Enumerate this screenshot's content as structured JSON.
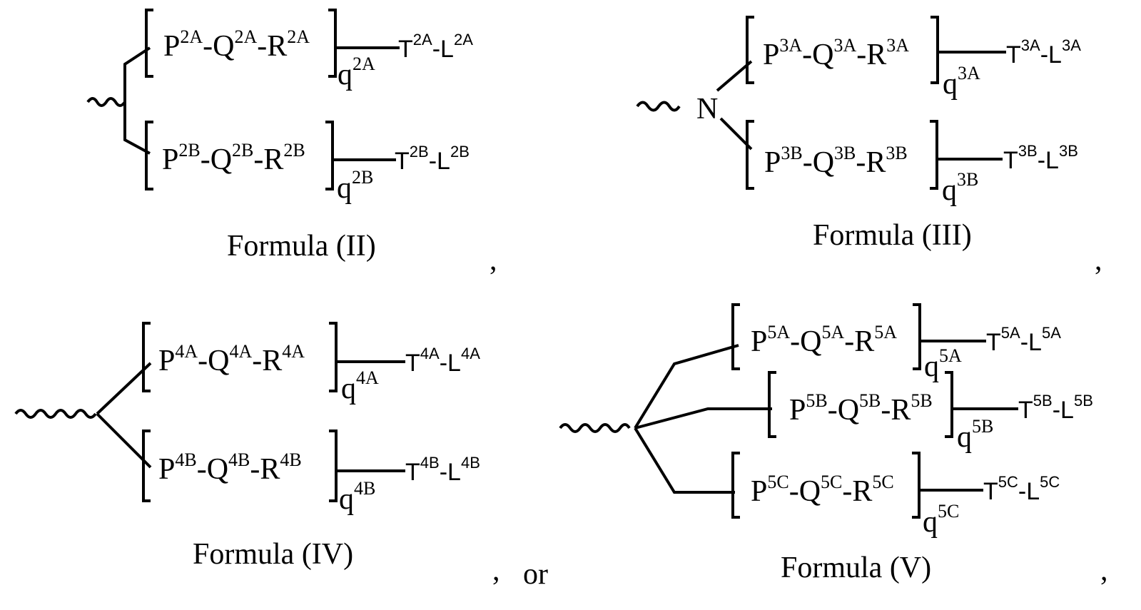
{
  "formulas": {
    "f2": {
      "caption": "Formula (II)",
      "sep": ",",
      "top": {
        "P": "P",
        "Ps": "2A",
        "Q": "Q",
        "Qs": "2A",
        "R": "R",
        "Rs": "2A",
        "q": "q",
        "qs": "2A",
        "T": "T",
        "Ts": "2A",
        "L": "L",
        "Ls": "2A",
        "dash": "-"
      },
      "bottom": {
        "P": "P",
        "Ps": "2B",
        "Q": "Q",
        "Qs": "2B",
        "R": "R",
        "Rs": "2B",
        "q": "q",
        "qs": "2B",
        "T": "T",
        "Ts": "2B",
        "L": "L",
        "Ls": "2B",
        "dash": "-"
      }
    },
    "f3": {
      "caption": "Formula (III)",
      "sep": ",",
      "atom": "N",
      "top": {
        "P": "P",
        "Ps": "3A",
        "Q": "Q",
        "Qs": "3A",
        "R": "R",
        "Rs": "3A",
        "q": "q",
        "qs": "3A",
        "T": "T",
        "Ts": "3A",
        "L": "L",
        "Ls": "3A",
        "dash": "-"
      },
      "bottom": {
        "P": "P",
        "Ps": "3B",
        "Q": "Q",
        "Qs": "3B",
        "R": "R",
        "Rs": "3B",
        "q": "q",
        "qs": "3B",
        "T": "T",
        "Ts": "3B",
        "L": "L",
        "Ls": "3B",
        "dash": "-"
      }
    },
    "f4": {
      "caption": "Formula (IV)",
      "sep": ",",
      "conj": "or",
      "top": {
        "P": "P",
        "Ps": "4A",
        "Q": "Q",
        "Qs": "4A",
        "R": "R",
        "Rs": "4A",
        "q": "q",
        "qs": "4A",
        "T": "T",
        "Ts": "4A",
        "L": "L",
        "Ls": "4A",
        "dash": "-"
      },
      "bottom": {
        "P": "P",
        "Ps": "4B",
        "Q": "Q",
        "Qs": "4B",
        "R": "R",
        "Rs": "4B",
        "q": "q",
        "qs": "4B",
        "T": "T",
        "Ts": "4B",
        "L": "L",
        "Ls": "4B",
        "dash": "-"
      }
    },
    "f5": {
      "caption": "Formula (V)",
      "sep": ",",
      "a": {
        "P": "P",
        "Ps": "5A",
        "Q": "Q",
        "Qs": "5A",
        "R": "R",
        "Rs": "5A",
        "q": "q",
        "qs": "5A",
        "T": "T",
        "Ts": "5A",
        "L": "L",
        "Ls": "5A",
        "dash": "-"
      },
      "b": {
        "P": "P",
        "Ps": "5B",
        "Q": "Q",
        "Qs": "5B",
        "R": "R",
        "Rs": "5B",
        "q": "q",
        "qs": "5B",
        "T": "T",
        "Ts": "5B",
        "L": "L",
        "Ls": "5B",
        "dash": "-"
      },
      "c": {
        "P": "P",
        "Ps": "5C",
        "Q": "Q",
        "Qs": "5C",
        "R": "R",
        "Rs": "5C",
        "q": "q",
        "qs": "5C",
        "T": "T",
        "Ts": "5C",
        "L": "L",
        "Ls": "5C",
        "dash": "-"
      }
    }
  }
}
